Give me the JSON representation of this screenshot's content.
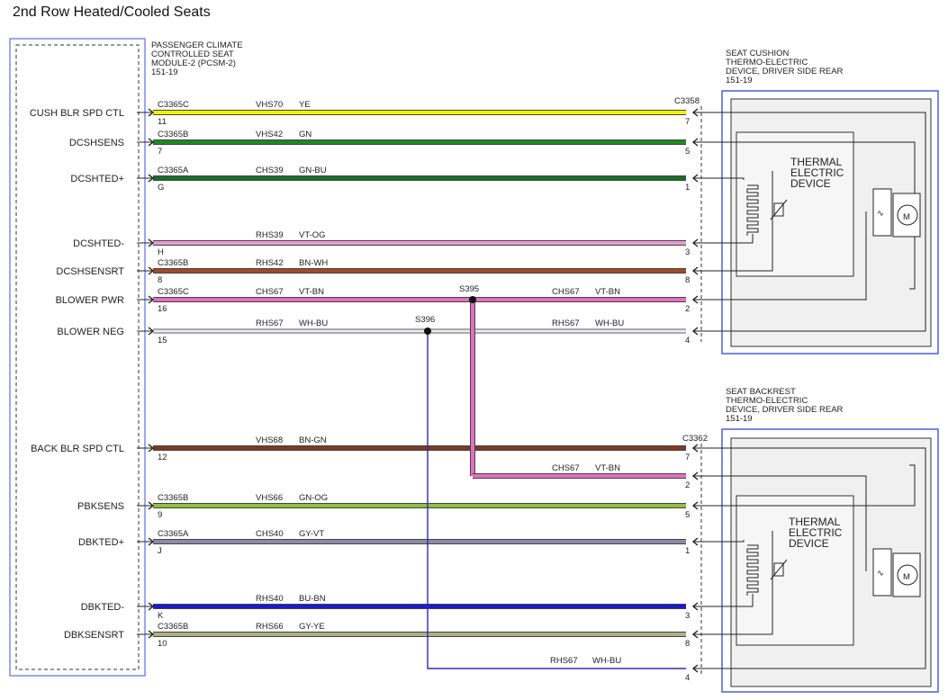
{
  "title": "2nd Row Heated/Cooled Seats",
  "module": {
    "name_lines": [
      "PASSENGER CLIMATE",
      "CONTROLLED SEAT",
      "MODULE-2 (PCSM-2)",
      "151-19"
    ],
    "pins": [
      "CUSH BLR SPD CTL",
      "DCSHSENS",
      "DCSHTED+",
      "DCSHTED-",
      "DCSHSENSRT",
      "BLOWER PWR",
      "BLOWER NEG",
      "BACK BLR SPD CTL",
      "PBKSENS",
      "DBKTED+",
      "DBKTED-",
      "DBKSENSRT"
    ]
  },
  "cushion_device": {
    "name_lines": [
      "SEAT CUSHION",
      "THERMO-ELECTRIC",
      "DEVICE, DRIVER SIDE REAR",
      "151-19"
    ],
    "connector": "C3358",
    "thermal_label": [
      "THERMAL",
      "ELECTRIC",
      "DEVICE"
    ],
    "motor_label": "M"
  },
  "backrest_device": {
    "name_lines": [
      "SEAT BACKREST",
      "THERMO-ELECTRIC",
      "DEVICE, DRIVER SIDE REAR",
      "151-19"
    ],
    "connector": "C3362",
    "thermal_label": [
      "THERMAL",
      "ELECTRIC",
      "DEVICE"
    ],
    "motor_label": "M"
  },
  "splices": [
    "S395",
    "S396"
  ],
  "wires": [
    {
      "pin": "CUSH BLR SPD CTL",
      "connector": "C3365C",
      "pin_num": "11",
      "circuit": "VHS70",
      "color": "YE",
      "end_pin": "7",
      "hex": "#f2f200"
    },
    {
      "pin": "DCSHSENS",
      "connector": "C3365B",
      "pin_num": "7",
      "circuit": "VHS42",
      "color": "GN",
      "end_pin": "5",
      "hex": "#1e8a1e"
    },
    {
      "pin": "DCSHTED+",
      "connector": "C3365A",
      "pin_num": "G",
      "circuit": "CHS39",
      "color": "GN-BU",
      "end_pin": "1",
      "hex": "#1a6e2a"
    },
    {
      "pin": "DCSHTED-",
      "connector": "",
      "pin_num": "H",
      "circuit": "RHS39",
      "color": "VT-OG",
      "end_pin": "3",
      "hex": "#e89ad0"
    },
    {
      "pin": "DCSHSENSRT",
      "connector": "C3365B",
      "pin_num": "8",
      "circuit": "RHS42",
      "color": "BN-WH",
      "end_pin": "8",
      "hex": "#a5472a"
    },
    {
      "pin": "BLOWER PWR",
      "connector": "C3365C",
      "pin_num": "16",
      "circuit": "CHS67",
      "color": "VT-BN",
      "end_pin": "2",
      "hex": "#e070c0",
      "splice": "S395",
      "after_circuit": "CHS67",
      "after_color": "VT-BN"
    },
    {
      "pin": "BLOWER NEG",
      "connector": "",
      "pin_num": "15",
      "circuit": "RHS67",
      "color": "WH-BU",
      "end_pin": "4",
      "hex": "#cfd8f0",
      "splice": "S396",
      "after_circuit": "RHS67",
      "after_color": "WH-BU"
    },
    {
      "pin": "BACK BLR SPD CTL",
      "connector": "",
      "pin_num": "12",
      "circuit": "VHS68",
      "color": "BN-GN",
      "end_pin": "7",
      "hex": "#7a3a22"
    },
    {
      "pin": "",
      "connector": "",
      "pin_num": "",
      "circuit": "CHS67",
      "color": "VT-BN",
      "end_pin": "2",
      "hex": "#e070c0"
    },
    {
      "pin": "PBKSENS",
      "connector": "C3365B",
      "pin_num": "9",
      "circuit": "VHS66",
      "color": "GN-OG",
      "end_pin": "5",
      "hex": "#8fc040"
    },
    {
      "pin": "DBKTED+",
      "connector": "C3365A",
      "pin_num": "J",
      "circuit": "CHS40",
      "color": "GY-VT",
      "end_pin": "1",
      "hex": "#8a8aa8"
    },
    {
      "pin": "DBKTED-",
      "connector": "",
      "pin_num": "K",
      "circuit": "RHS40",
      "color": "BU-BN",
      "end_pin": "3",
      "hex": "#1a1ad0"
    },
    {
      "pin": "DBKSENSRT",
      "connector": "C3365B",
      "pin_num": "10",
      "circuit": "RHS66",
      "color": "GY-YE",
      "end_pin": "8",
      "hex": "#b0b080"
    },
    {
      "pin": "",
      "connector": "",
      "pin_num": "",
      "circuit": "RHS67",
      "color": "WH-BU",
      "end_pin": "4",
      "hex": "#2a2ac0"
    }
  ]
}
